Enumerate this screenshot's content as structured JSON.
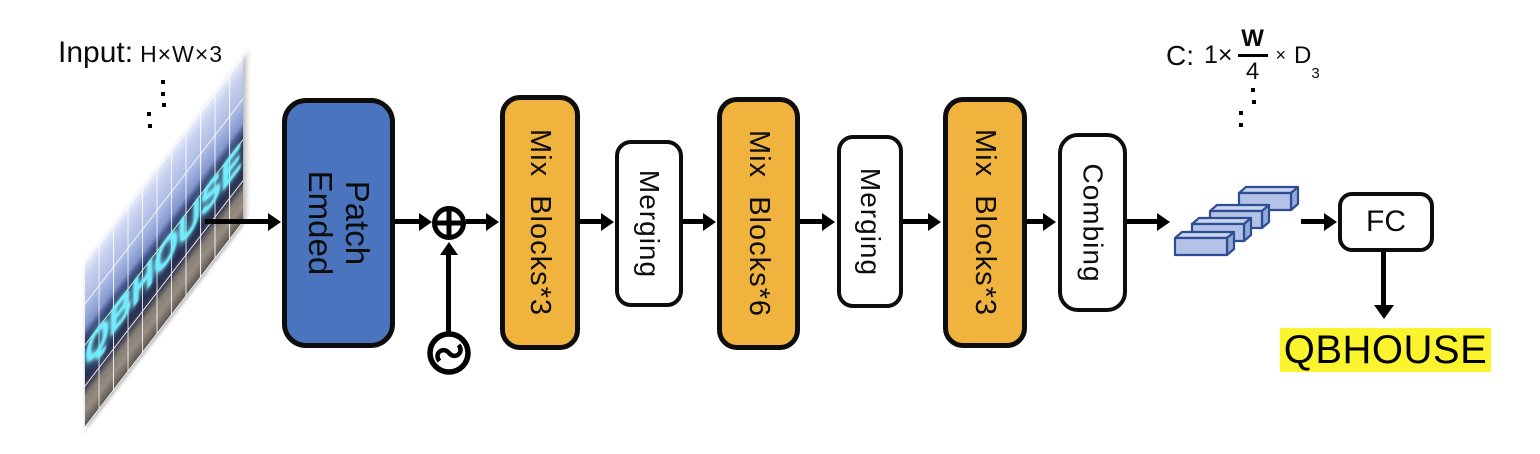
{
  "input": {
    "label": "Input:",
    "dims": "H×W×3",
    "image_text": "QBHOUSE"
  },
  "pipeline": {
    "patch_embed": "Patch\nEmded",
    "mix_blocks_1": "Mix  Blocks*3",
    "merging_1": "Merging",
    "mix_blocks_2": "Mix  Blocks*6",
    "merging_2": "Merging",
    "mix_blocks_3": "Mix  Blocks*3",
    "combing": "Combing",
    "fc": "FC"
  },
  "output": {
    "dims_prefix": "C:",
    "dims_batch": "1×",
    "frac_numerator": "W",
    "frac_denominator": "4",
    "dims_times": "×",
    "dims_channel": "D",
    "dims_channel_sub": "3",
    "prediction": "QBHOUSE"
  },
  "icons": {
    "add": "circled-plus-icon",
    "positional_encoding": "sine-wave-circle-icon",
    "feature_maps": "stacked-cuboids-icon"
  },
  "colors": {
    "patch_embed_fill": "#4B74BE",
    "mix_block_fill": "#F0B43E",
    "highlight_yellow": "#F9F42D",
    "cuboid_fill": "#B3C2E6",
    "cuboid_stroke": "#2E4D92",
    "neon_text": "#72ECFF"
  }
}
